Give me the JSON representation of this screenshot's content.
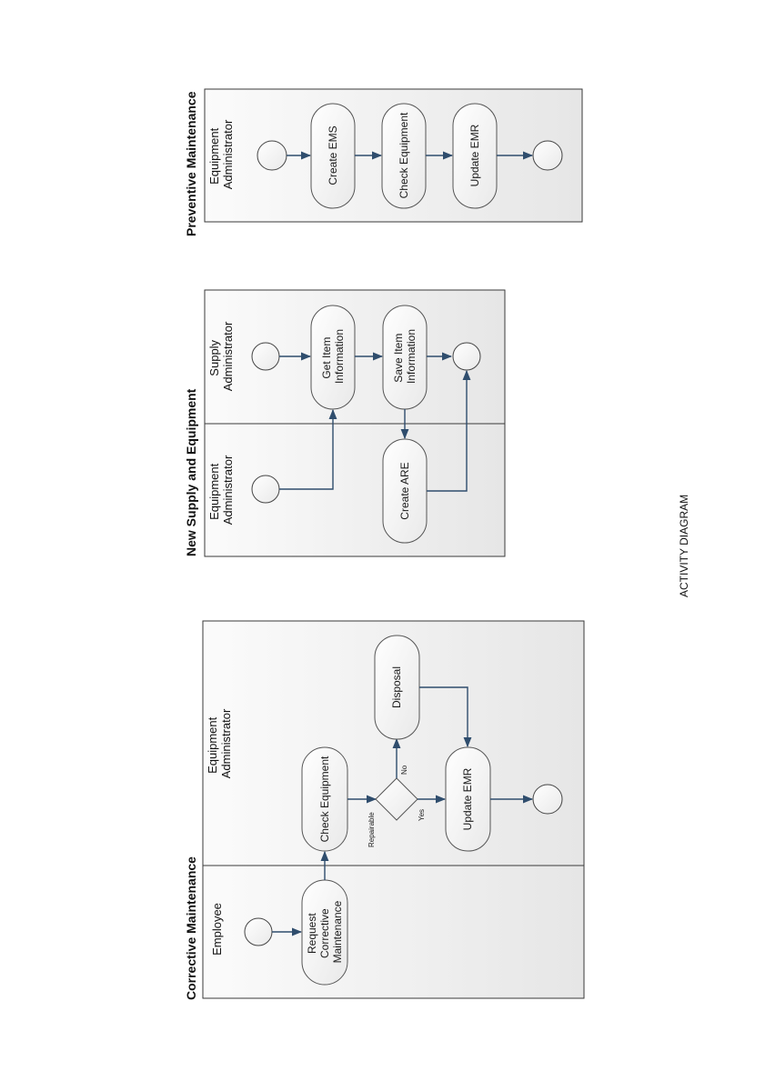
{
  "caption": "ACTIVITY DIAGRAM",
  "preventive": {
    "title": "Preventive Maintenance",
    "lane": [
      "Equipment",
      "Administrator"
    ],
    "create_ems": "Create EMS",
    "check_equipment": "Check Equipment",
    "update_emr": "Update EMR"
  },
  "supply": {
    "title": "New Supply and Equipment",
    "lane_supply": [
      "Supply",
      "Administrator"
    ],
    "lane_equipment": [
      "Equipment",
      "Administrator"
    ],
    "get_item": [
      "Get Item",
      "Information"
    ],
    "save_item": [
      "Save Item",
      "Information"
    ],
    "create_are": "Create ARE"
  },
  "corrective": {
    "title": "Corrective Maintenance",
    "lane_employee": "Employee",
    "lane_equipment": [
      "Equipment",
      "Administrator"
    ],
    "request": [
      "Request",
      "Corrective",
      "Maintenance"
    ],
    "check_equipment": "Check Equipment",
    "disposal": "Disposal",
    "update_emr": "Update EMR",
    "guard_no": "No",
    "guard_yes": "Yes",
    "guard_repairable": "Repairable"
  }
}
